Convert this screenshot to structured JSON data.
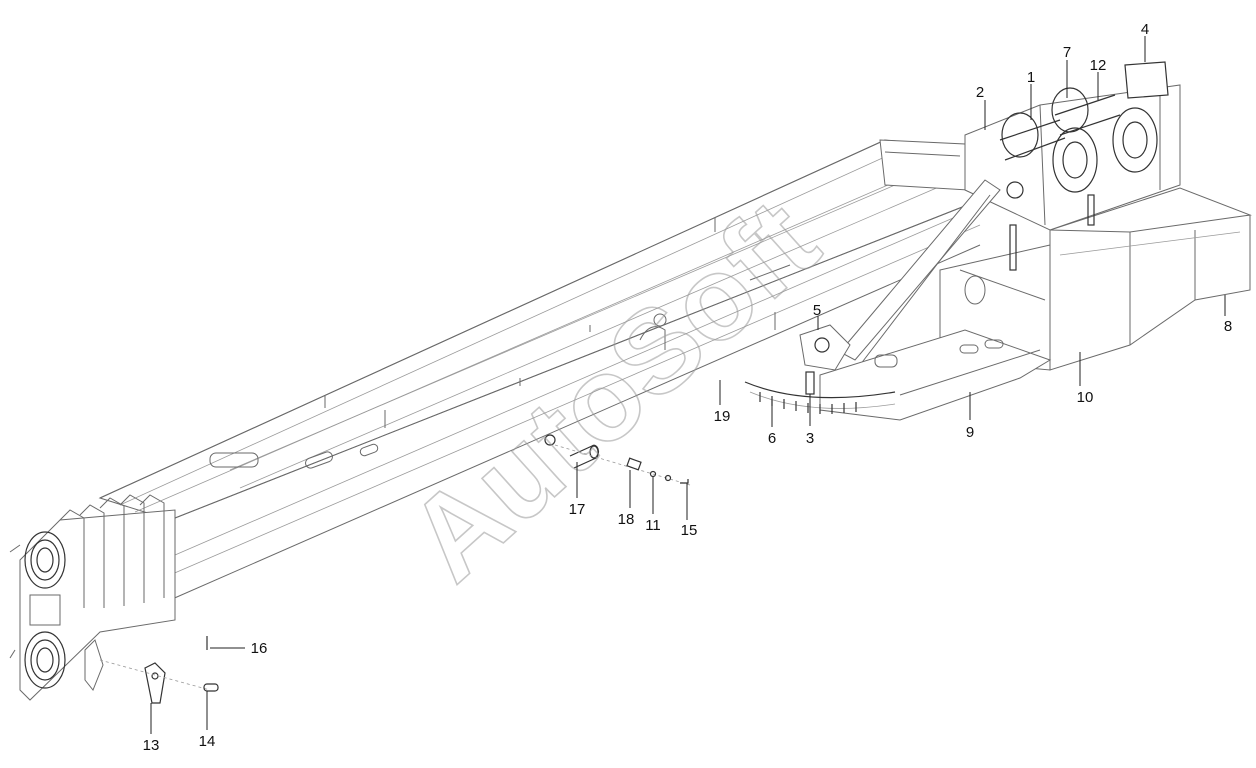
{
  "watermark": "AutoSoft",
  "callouts": {
    "c1": "1",
    "c2": "2",
    "c3": "3",
    "c4": "4",
    "c5": "5",
    "c6": "6",
    "c7": "7",
    "c8": "8",
    "c9": "9",
    "c10": "10",
    "c11": "11",
    "c12": "12",
    "c13": "13",
    "c14": "14",
    "c15": "15",
    "c16": "16",
    "c17": "17",
    "c18": "18",
    "c19": "19"
  }
}
